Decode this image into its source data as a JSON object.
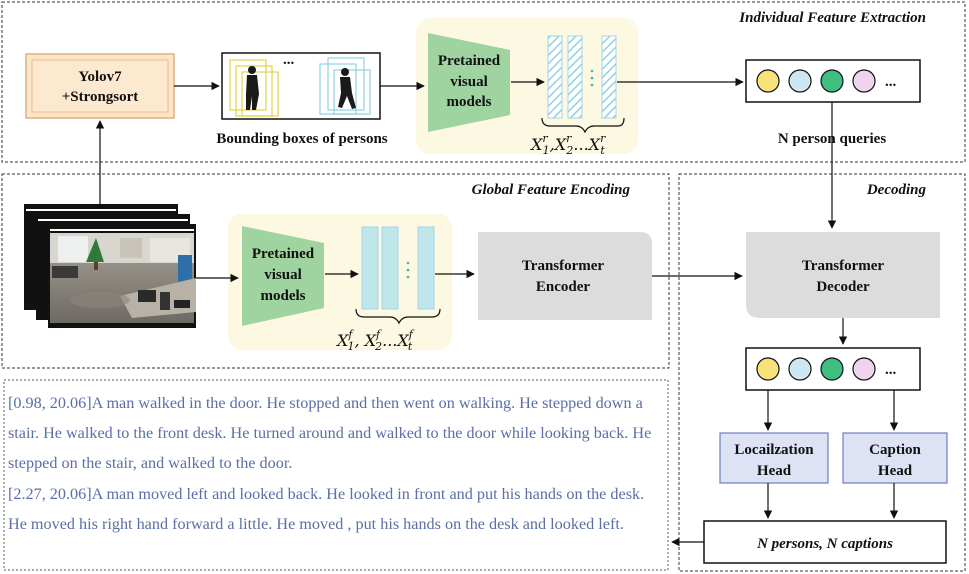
{
  "sections": {
    "individual": "Individual Feature Extraction",
    "global": "Global Feature Encoding",
    "decoding": "Decoding"
  },
  "tracker": {
    "line1": "Yolov7",
    "line2": "+Strongsort"
  },
  "bbox": {
    "caption": "Bounding boxes of persons",
    "ellipsis": "..."
  },
  "visual_model_top": {
    "line1": "Pretained",
    "line2": "visual",
    "line3": "models"
  },
  "visual_model_bottom": {
    "line1": "Pretained",
    "line2": "visual",
    "line3": "models"
  },
  "feat_r": {
    "base": "X",
    "sup": "r",
    "subs": [
      "1",
      "2",
      "t"
    ],
    "sep1": ",",
    "sep2": "..."
  },
  "feat_f": {
    "base": "X",
    "sup": "f",
    "subs": [
      "1",
      "2",
      "t"
    ],
    "sep1": ", ",
    "sep2": "..."
  },
  "queries": {
    "caption": "N person queries",
    "ellipsis": "..."
  },
  "encoder": {
    "line1": "Transformer",
    "line2": "Encoder"
  },
  "decoder": {
    "line1": "Transformer",
    "line2": "Decoder"
  },
  "loc_head": {
    "line1": "Locailzation",
    "line2": "Head"
  },
  "cap_head": {
    "line1": "Caption",
    "line2": "Head"
  },
  "output": {
    "label": "N persons, N captions"
  },
  "out_dots": {
    "ellipsis": "..."
  },
  "captions": [
    "[0.98, 20.06]A man walked in the door. He stopped and then went on walking. He stepped down a stair. He walked to the front desk.  He turned around and walked to the door while looking back. He stepped on the stair, and walked to the door.",
    "[2.27, 20.06]A man moved left and looked back. He looked in front and put his hands on the desk. He moved his right hand forward a little. He moved , put his hands on the desk and looked left."
  ],
  "colors": {
    "query_yellow": "#f9e27a",
    "query_blue": "#cfe6f3",
    "query_green": "#3fbf7f",
    "query_pink": "#f0d4ee",
    "caption_text": "#5b6ea6",
    "model_green": "#9fd3a0",
    "feature_cyan": "#bfe6ea",
    "panel_cream": "#fdf8e2",
    "head_fill": "#dde3f4",
    "transformer_gray": "#dcdcdc"
  }
}
